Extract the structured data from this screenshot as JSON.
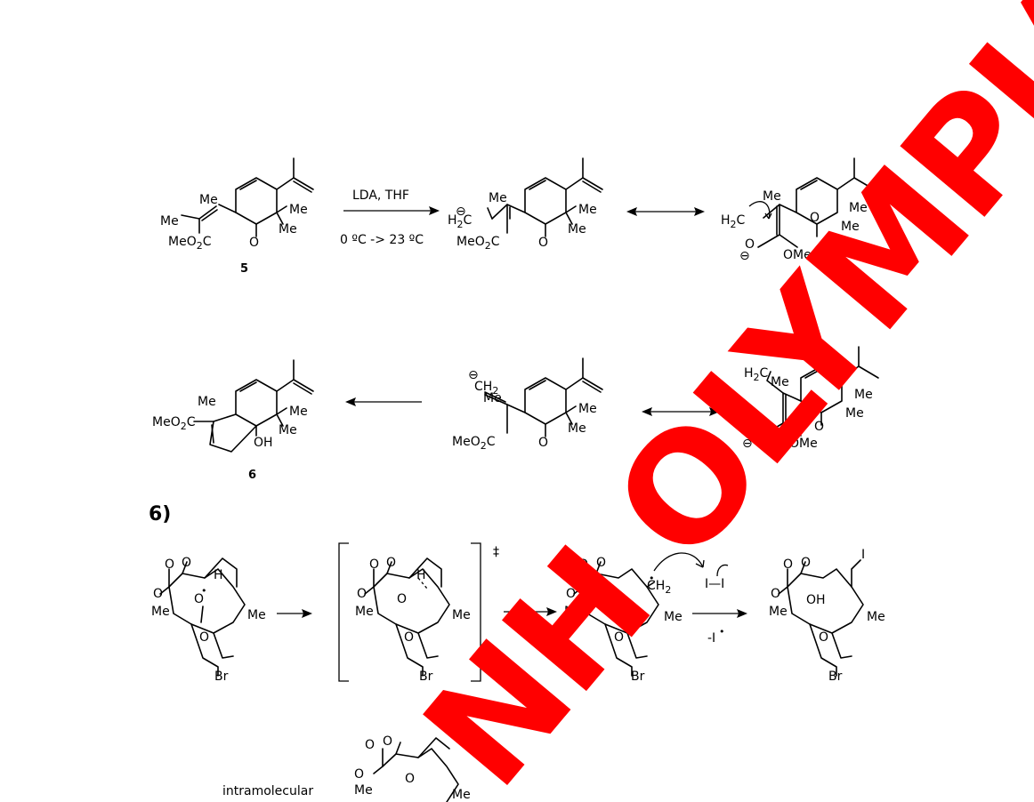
{
  "part1": {
    "step1_reagents": "LDA, THF",
    "step1_conditions": "0 ºC -> 23 ºC",
    "label_start": "5",
    "label_product": "6",
    "me": "Me",
    "meo2c": "MeO",
    "co2_sub": "2",
    "co2_c": "C",
    "h2c": "H",
    "h2c_sub": "2",
    "h2c_c": "C",
    "ch2_c": "CH",
    "ch2_sub": "2",
    "o": "O",
    "ome": "OMe",
    "oh": "OH",
    "minus": "⊖"
  },
  "part2": {
    "section_label": "6)",
    "ts_dagger": "‡",
    "br": "Br",
    "h": "H",
    "i": "I",
    "i2": "I—I",
    "minus_i": "-I",
    "radical_dot": "•",
    "ch2": "CH",
    "ch2_sub": "2",
    "intramolecular": "intramolecular"
  },
  "watermark": {
    "text": "NH OLYMPIAD",
    "color": "#ff0000"
  }
}
